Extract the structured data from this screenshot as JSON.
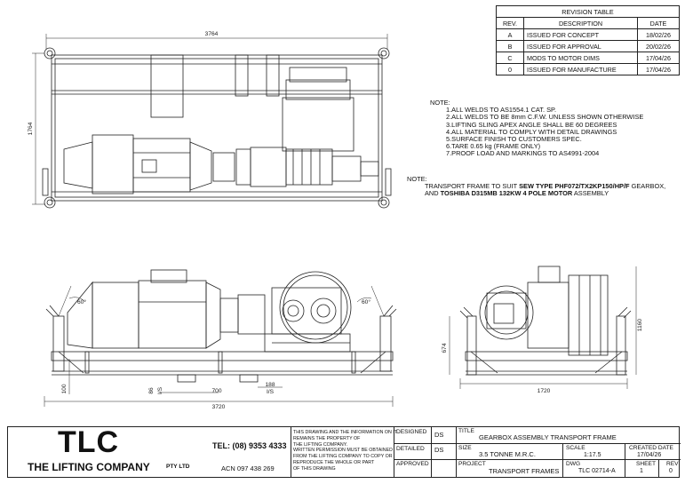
{
  "revision_table": {
    "title": "REVISION TABLE",
    "headers": [
      "REV.",
      "DESCRIPTION",
      "DATE"
    ],
    "rows": [
      {
        "rev": "A",
        "description": "ISSUED FOR CONCEPT",
        "date": "18/02/26"
      },
      {
        "rev": "B",
        "description": "ISSUED FOR APPROVAL",
        "date": "20/02/26"
      },
      {
        "rev": "C",
        "description": "MODS TO MOTOR DIMS",
        "date": "17/04/26"
      },
      {
        "rev": "0",
        "description": "ISSUED FOR MANUFACTURE",
        "date": "17/04/26"
      }
    ]
  },
  "notes": {
    "heading": "NOTE:",
    "items": [
      "1.ALL WELDS TO AS1554.1 CAT. SP.",
      "2.ALL WELDS TO BE 8mm C.F.W. UNLESS SHOWN OTHERWISE",
      "3.LIFTING SLING APEX ANGLE SHALL BE 60 DEGREES",
      "4.ALL MATERIAL TO COMPLY WITH DETAIL DRAWINGS",
      "5.SURFACE FINISH TO CUSTOMERS SPEC.",
      "6.TARE 0.65 kg (FRAME ONLY)",
      "7.PROOF LOAD AND MARKINGS TO AS4991-2004"
    ]
  },
  "note2": {
    "heading": "NOTE:",
    "line1_prefix": "TRANSPORT FRAME TO SUIT ",
    "line1_bold": "SEW TYPE PHF072/TX2KP150/HP/F",
    "line1_suffix": " GEARBOX,",
    "line2_prefix": "AND ",
    "line2_bold": "TOSHIBA D315MB 132KW 4 POLE MOTOR",
    "line2_suffix": " ASSEMBLY"
  },
  "dimensions": {
    "top_width": "3764",
    "top_height": "1764",
    "side_width": "3720",
    "side_700": "700",
    "side_188": "188",
    "side_is": "I/S",
    "side_86": "86",
    "side_100": "100",
    "end_width": "1720",
    "end_height": "1160",
    "end_674": "674",
    "angle": "60°"
  },
  "title_block": {
    "company_logo": "TLC",
    "company_name": "THE LIFTING COMPANY",
    "pty": "PTY LTD",
    "tel": "TEL: (08) 9353 4333",
    "acn": "ACN 097 438 269",
    "disclaimer": [
      "THIS DRAWING AND THE INFORMATION ON IT",
      "REMAINS THE PROPERTY OF",
      "THE LIFTING COMPANY.",
      "WRITTEN PERMISSION MUST BE OBTAINED",
      "FROM THE LIFTING COMPANY TO COPY OR",
      "REPRODUCE THE WHOLE OR PART",
      "OF THIS DRAWING"
    ],
    "designed_label": "DESIGNED",
    "designed_value": "DS",
    "detailed_label": "DETAILED",
    "detailed_value": "DS",
    "approved_label": "APPROVED",
    "title_label": "TITLE",
    "title_value": "GEARBOX ASSEMBLY TRANSPORT FRAME",
    "size_label": "SIZE",
    "size_value": "3.5 TONNE M.R.C.",
    "scale_label": "SCALE",
    "scale_value": "1:17.5",
    "created_label": "CREATED DATE",
    "created_value": "17/04/26",
    "project_label": "PROJECT",
    "project_value": "TRANSPORT FRAMES",
    "dwg_label": "DWG",
    "dwg_value": "TLC 02714-A",
    "sheet_label": "SHEET",
    "sheet_value": "1",
    "rev_label": "REV",
    "rev_value": "0"
  }
}
